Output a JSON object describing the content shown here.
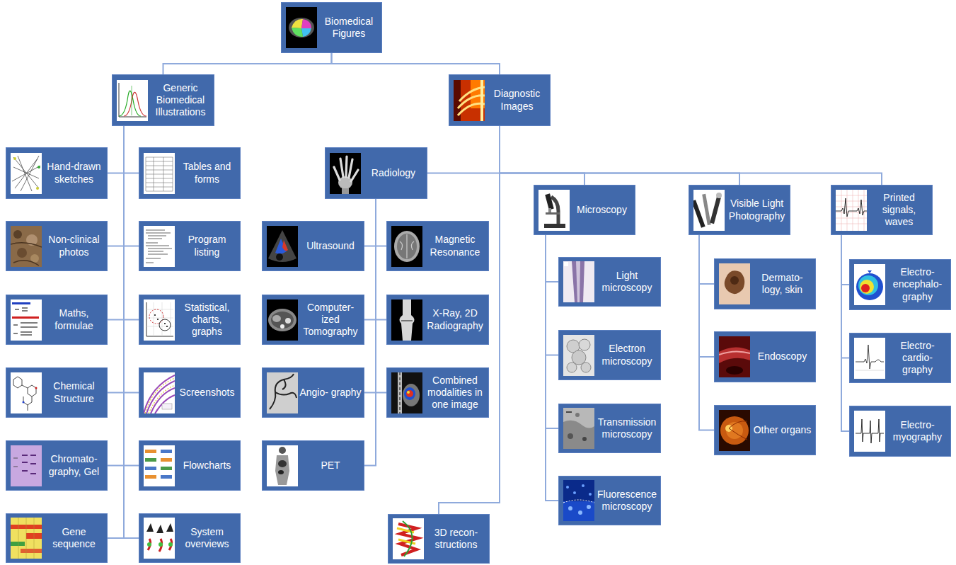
{
  "diagram": {
    "nodes": [
      {
        "text": [
          "Biomedical Figures"
        ]
      },
      {
        "text": [
          "Generic Biomedical Illustrations"
        ]
      },
      {
        "text": [
          "Diagnostic Images"
        ]
      },
      {
        "text": [
          "Hand-drawn sketches"
        ]
      },
      {
        "text": [
          "Tables and forms"
        ]
      },
      {
        "text": [
          "Radiology"
        ]
      },
      {
        "text": [
          "Microscopy"
        ]
      },
      {
        "text": [
          "Visible Light Photography"
        ]
      },
      {
        "text": [
          "Printed signals, waves"
        ]
      },
      {
        "text": [
          "Non-clinical photos"
        ]
      },
      {
        "text": [
          "Program listing"
        ]
      },
      {
        "text": [
          "Ultrasound"
        ]
      },
      {
        "text": [
          "Magnetic Resonance"
        ]
      },
      {
        "text": [
          "Light microscopy"
        ]
      },
      {
        "text": [
          "Dermato- logy, skin"
        ]
      },
      {
        "text": [
          "Electro- encephalo- graphy"
        ]
      },
      {
        "text": [
          "Maths, formulae"
        ]
      },
      {
        "text": [
          "Statistical, charts, graphs"
        ]
      },
      {
        "text": [
          "Computer- ized Tomography"
        ]
      },
      {
        "text": [
          "X-Ray, 2D Radiography"
        ]
      },
      {
        "text": [
          "Electron microscopy"
        ]
      },
      {
        "text": [
          "Endoscopy"
        ]
      },
      {
        "text": [
          "Electro- cardio- graphy"
        ]
      },
      {
        "text": [
          "Chemical Structure"
        ]
      },
      {
        "text": [
          "Screenshots"
        ]
      },
      {
        "text": [
          "Angio- graphy"
        ]
      },
      {
        "text": [
          "Combined modalities in one image"
        ]
      },
      {
        "text": [
          "Transmission microscopy"
        ]
      },
      {
        "text": [
          "Other organs"
        ]
      },
      {
        "text": [
          "Electro- myography"
        ]
      },
      {
        "text": [
          "Chromato- graphy, Gel"
        ]
      },
      {
        "text": [
          "Flowcharts"
        ]
      },
      {
        "text": [
          "PET"
        ]
      },
      {
        "text": [
          "Fluorescence microscopy"
        ]
      },
      {
        "text": [
          "3D recon- structions"
        ]
      },
      {
        "text": [
          "Gene sequence"
        ]
      },
      {
        "text": [
          "System overviews"
        ]
      }
    ],
    "edges": [
      {
        "from": 0,
        "to": 1,
        "arrow": "none"
      },
      {
        "from": 0,
        "to": 2,
        "arrow": "none"
      },
      {
        "from": 1,
        "to": 3,
        "arrow": "none"
      },
      {
        "from": 1,
        "to": 4,
        "arrow": "none"
      },
      {
        "from": 1,
        "to": 9,
        "arrow": "none"
      },
      {
        "from": 1,
        "to": 10,
        "arrow": "none"
      },
      {
        "from": 1,
        "to": 16,
        "arrow": "none"
      },
      {
        "from": 1,
        "to": 17,
        "arrow": "none"
      },
      {
        "from": 1,
        "to": 23,
        "arrow": "none"
      },
      {
        "from": 1,
        "to": 24,
        "arrow": "none"
      },
      {
        "from": 1,
        "to": 30,
        "arrow": "none"
      },
      {
        "from": 1,
        "to": 31,
        "arrow": "none"
      },
      {
        "from": 1,
        "to": 35,
        "arrow": "none"
      },
      {
        "from": 1,
        "to": 36,
        "arrow": "none"
      },
      {
        "from": 2,
        "to": 5,
        "arrow": "none"
      },
      {
        "from": 2,
        "to": 6,
        "arrow": "none"
      },
      {
        "from": 2,
        "to": 7,
        "arrow": "none"
      },
      {
        "from": 2,
        "to": 8,
        "arrow": "none"
      },
      {
        "from": 2,
        "to": 34,
        "arrow": "none"
      },
      {
        "from": 5,
        "to": 11,
        "arrow": "none"
      },
      {
        "from": 5,
        "to": 12,
        "arrow": "none"
      },
      {
        "from": 5,
        "to": 18,
        "arrow": "none"
      },
      {
        "from": 5,
        "to": 19,
        "arrow": "none"
      },
      {
        "from": 5,
        "to": 25,
        "arrow": "none"
      },
      {
        "from": 5,
        "to": 26,
        "arrow": "none"
      },
      {
        "from": 5,
        "to": 32,
        "arrow": "none"
      },
      {
        "from": 6,
        "to": 13,
        "arrow": "none"
      },
      {
        "from": 6,
        "to": 20,
        "arrow": "none"
      },
      {
        "from": 6,
        "to": 27,
        "arrow": "none"
      },
      {
        "from": 6,
        "to": 33,
        "arrow": "none"
      },
      {
        "from": 7,
        "to": 14,
        "arrow": "none"
      },
      {
        "from": 7,
        "to": 21,
        "arrow": "none"
      },
      {
        "from": 7,
        "to": 28,
        "arrow": "none"
      },
      {
        "from": 8,
        "to": 15,
        "arrow": "none"
      },
      {
        "from": 8,
        "to": 22,
        "arrow": "none"
      },
      {
        "from": 8,
        "to": 29,
        "arrow": "none"
      }
    ]
  }
}
